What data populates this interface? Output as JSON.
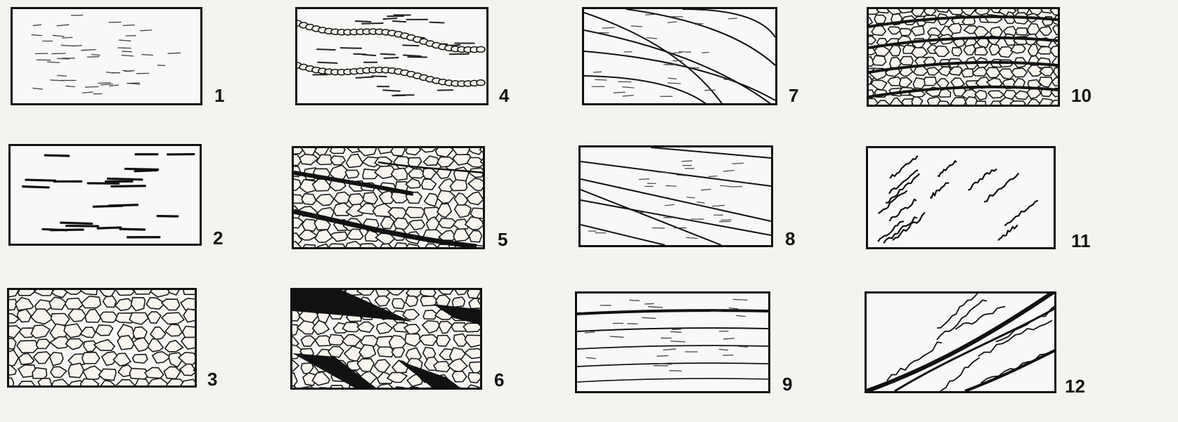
{
  "figure": {
    "panels": [
      {
        "label": "1",
        "pattern": "sparse-dashes"
      },
      {
        "label": "2",
        "pattern": "thick-dashes"
      },
      {
        "label": "3",
        "pattern": "cells"
      },
      {
        "label": "4",
        "pattern": "dashes-with-bead-chains"
      },
      {
        "label": "5",
        "pattern": "cells-with-dark-bands"
      },
      {
        "label": "6",
        "pattern": "cells-with-black-wedges"
      },
      {
        "label": "7",
        "pattern": "converging-curved-lines"
      },
      {
        "label": "8",
        "pattern": "diverging-lines-with-dashes"
      },
      {
        "label": "9",
        "pattern": "horizontal-laminae"
      },
      {
        "label": "10",
        "pattern": "cells-with-wavy-lines"
      },
      {
        "label": "11",
        "pattern": "wavy-cracks"
      },
      {
        "label": "12",
        "pattern": "anastomosing-veins"
      }
    ]
  }
}
